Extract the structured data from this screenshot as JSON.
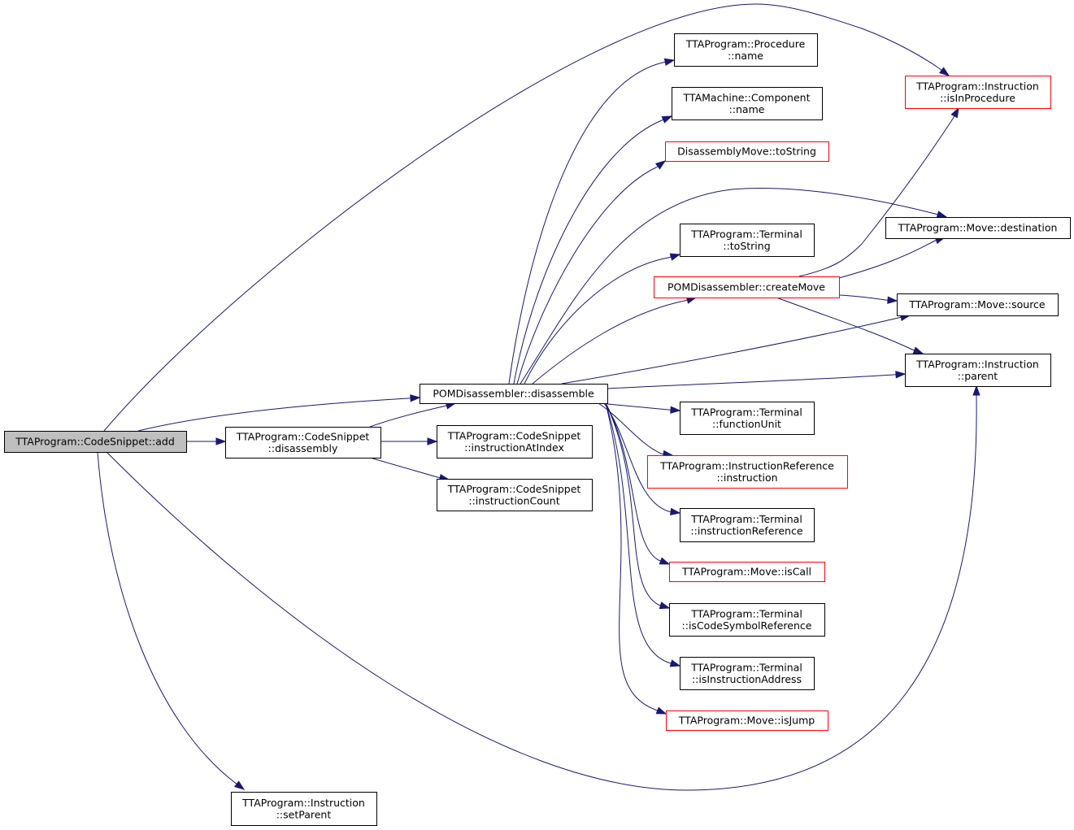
{
  "graph": {
    "colors": {
      "edge": "#191970",
      "node_border": "#000000",
      "truncated_border": "#ff0000",
      "root_fill": "#bfbfbf"
    },
    "nodes": {
      "add": {
        "lines": [
          "TTAProgram::CodeSnippet::add"
        ],
        "root": true
      },
      "disassembly": {
        "lines": [
          "TTAProgram::CodeSnippet",
          "::disassembly"
        ]
      },
      "setParent": {
        "lines": [
          "TTAProgram::Instruction",
          "::setParent"
        ]
      },
      "disassemble": {
        "lines": [
          "POMDisassembler::disassemble"
        ]
      },
      "instructionAtIndex": {
        "lines": [
          "TTAProgram::CodeSnippet",
          "::instructionAtIndex"
        ]
      },
      "instructionCount": {
        "lines": [
          "TTAProgram::CodeSnippet",
          "::instructionCount"
        ]
      },
      "procName": {
        "lines": [
          "TTAProgram::Procedure",
          "::name"
        ]
      },
      "compName": {
        "lines": [
          "TTAMachine::Component",
          "::name"
        ]
      },
      "dmToString": {
        "lines": [
          "DisassemblyMove::toString"
        ],
        "truncated": true
      },
      "termToString": {
        "lines": [
          "TTAProgram::Terminal",
          "::toString"
        ]
      },
      "createMove": {
        "lines": [
          "POMDisassembler::createMove"
        ],
        "truncated": true
      },
      "functionUnit": {
        "lines": [
          "TTAProgram::Terminal",
          "::functionUnit"
        ]
      },
      "irInstruction": {
        "lines": [
          "TTAProgram::InstructionReference",
          "::instruction"
        ],
        "truncated": true
      },
      "termInstrRef": {
        "lines": [
          "TTAProgram::Terminal",
          "::instructionReference"
        ]
      },
      "isCall": {
        "lines": [
          "TTAProgram::Move::isCall"
        ],
        "truncated": true
      },
      "isCodeSymbolRef": {
        "lines": [
          "TTAProgram::Terminal",
          "::isCodeSymbolReference"
        ]
      },
      "isInstrAddress": {
        "lines": [
          "TTAProgram::Terminal",
          "::isInstructionAddress"
        ]
      },
      "isJump": {
        "lines": [
          "TTAProgram::Move::isJump"
        ],
        "truncated": true
      },
      "isInProcedure": {
        "lines": [
          "TTAProgram::Instruction",
          "::isInProcedure"
        ],
        "truncated": true
      },
      "destination": {
        "lines": [
          "TTAProgram::Move::destination"
        ]
      },
      "source": {
        "lines": [
          "TTAProgram::Move::source"
        ]
      },
      "parent": {
        "lines": [
          "TTAProgram::Instruction",
          "::parent"
        ]
      }
    },
    "edges": [
      [
        "add",
        "disassembly"
      ],
      [
        "add",
        "disassemble"
      ],
      [
        "add",
        "isInProcedure"
      ],
      [
        "add",
        "parent"
      ],
      [
        "add",
        "setParent"
      ],
      [
        "disassembly",
        "disassemble"
      ],
      [
        "disassembly",
        "instructionAtIndex"
      ],
      [
        "disassembly",
        "instructionCount"
      ],
      [
        "disassemble",
        "procName"
      ],
      [
        "disassemble",
        "compName"
      ],
      [
        "disassemble",
        "dmToString"
      ],
      [
        "disassemble",
        "destination"
      ],
      [
        "disassemble",
        "termToString"
      ],
      [
        "disassemble",
        "createMove"
      ],
      [
        "disassemble",
        "source"
      ],
      [
        "disassemble",
        "parent"
      ],
      [
        "disassemble",
        "functionUnit"
      ],
      [
        "disassemble",
        "irInstruction"
      ],
      [
        "disassemble",
        "termInstrRef"
      ],
      [
        "disassemble",
        "isCall"
      ],
      [
        "disassemble",
        "isCodeSymbolRef"
      ],
      [
        "disassemble",
        "isInstrAddress"
      ],
      [
        "disassemble",
        "isJump"
      ],
      [
        "createMove",
        "isInProcedure"
      ],
      [
        "createMove",
        "destination"
      ],
      [
        "createMove",
        "source"
      ],
      [
        "createMove",
        "parent"
      ]
    ]
  }
}
